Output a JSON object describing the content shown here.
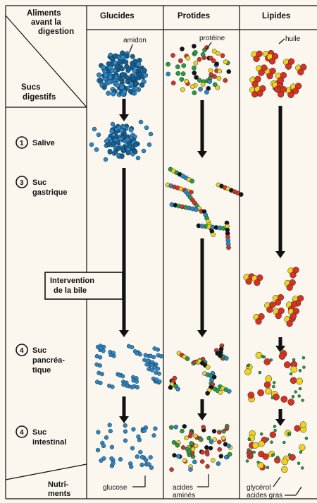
{
  "header": {
    "corner_top": [
      "Aliments",
      "avant la",
      "digestion"
    ],
    "corner_bottom": [
      "Sucs",
      "digestifs"
    ],
    "col_glucides": "Glucides",
    "col_protides": "Protides",
    "col_lipides": "Lipides"
  },
  "rows": {
    "salive": {
      "num": "1",
      "label": "Salive"
    },
    "gastrique": {
      "num": "3",
      "label_1": "Suc",
      "label_2": "gastrique"
    },
    "bile": {
      "label_1": "Intervention",
      "label_2": "de la bile"
    },
    "pancreatique": {
      "num": "4",
      "label_1": "Suc",
      "label_2": "pancréa-",
      "label_3": "tique"
    },
    "intestinal": {
      "num": "4",
      "label_1": "Suc",
      "label_2": "intestinal"
    },
    "nutriments": {
      "label_1": "Nutri-",
      "label_2": "ments"
    }
  },
  "annotations": {
    "amidon": "amidon",
    "proteine": "protéine",
    "huile": "huile",
    "glucose": "glucose",
    "acides_amines_1": "acides",
    "acides_amines_2": "aminés",
    "glycerol": "glycérol",
    "acides_gras": "acides gras"
  },
  "colors": {
    "glucide_blue": "#2f86c0",
    "glucide_dark": "#155f93",
    "red": "#d8321f",
    "yellow": "#f2d21a",
    "green": "#2d9a3a",
    "black": "#151515",
    "background": "#fbf7ee"
  }
}
